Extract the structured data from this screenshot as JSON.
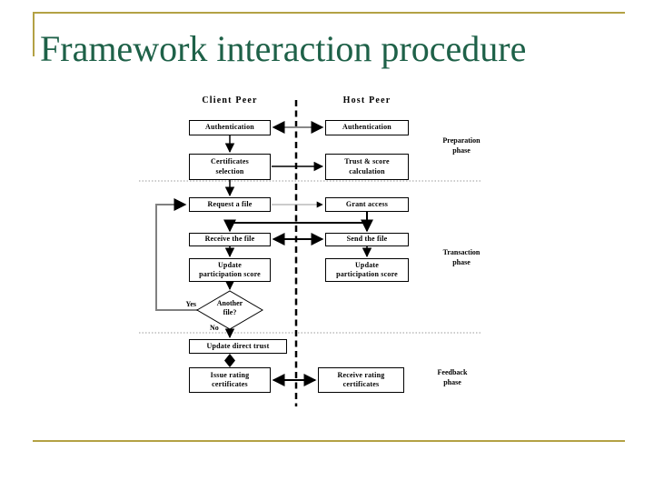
{
  "slide": {
    "title": "Framework interaction procedure"
  },
  "diagram": {
    "headers": {
      "client": "Client Peer",
      "host": "Host Peer"
    },
    "boxes": {
      "client_auth": "Authentication",
      "host_auth": "Authentication",
      "cert_selection": "Certificates\nselection",
      "trust_calc": "Trust & score\ncalculation",
      "request_file": "Request a file",
      "grant_access": "Grant access",
      "receive_file": "Receive the file",
      "send_file": "Send the file",
      "update_part_client": "Update\nparticipation score",
      "update_part_host": "Update\nparticipation score",
      "decision": "Another\nfile?",
      "update_direct_trust": "Update direct trust",
      "issue_rating": "Issue rating\ncertificates",
      "receive_rating": "Receive rating\ncertificates"
    },
    "decision_labels": {
      "yes": "Yes",
      "no": "No"
    },
    "phases": {
      "preparation": "Preparation\nphase",
      "transaction": "Transaction\nphase",
      "feedback": "Feedback\nphase"
    }
  },
  "colors": {
    "accent_gold": "#b3a144",
    "title_green": "#1e6148",
    "line_black": "#000000",
    "line_gray": "#808080"
  }
}
